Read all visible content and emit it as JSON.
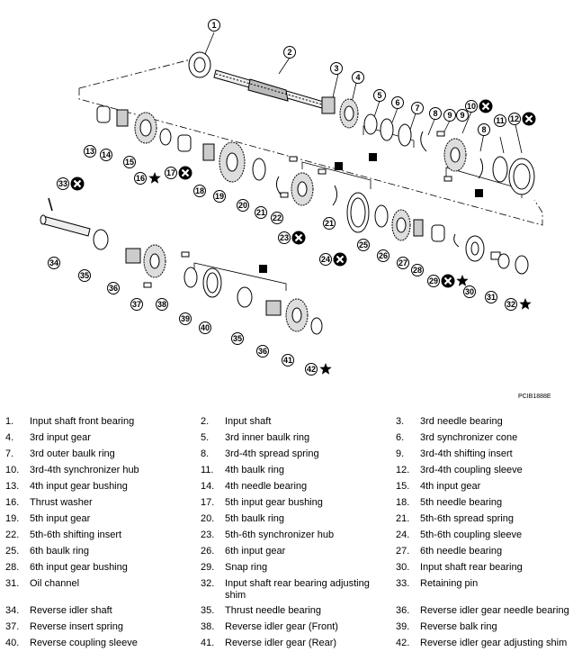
{
  "figure": {
    "code": "PCIB1888E",
    "callouts": [
      {
        "num": "1",
        "mark": ""
      },
      {
        "num": "2",
        "mark": ""
      },
      {
        "num": "3",
        "mark": ""
      },
      {
        "num": "4",
        "mark": ""
      },
      {
        "num": "5",
        "mark": ""
      },
      {
        "num": "6",
        "mark": ""
      },
      {
        "num": "7",
        "mark": ""
      },
      {
        "num": "8",
        "mark": ""
      },
      {
        "num": "9",
        "mark": ""
      },
      {
        "num": "10",
        "mark": "x"
      },
      {
        "num": "11",
        "mark": ""
      },
      {
        "num": "12",
        "mark": "x"
      },
      {
        "num": "13",
        "mark": ""
      },
      {
        "num": "14",
        "mark": ""
      },
      {
        "num": "15",
        "mark": ""
      },
      {
        "num": "16",
        "mark": "star"
      },
      {
        "num": "17",
        "mark": "x"
      },
      {
        "num": "18",
        "mark": ""
      },
      {
        "num": "19",
        "mark": ""
      },
      {
        "num": "20",
        "mark": ""
      },
      {
        "num": "21",
        "mark": ""
      },
      {
        "num": "22",
        "mark": ""
      },
      {
        "num": "23",
        "mark": "x"
      },
      {
        "num": "21",
        "mark": ""
      },
      {
        "num": "24",
        "mark": "x"
      },
      {
        "num": "25",
        "mark": ""
      },
      {
        "num": "26",
        "mark": ""
      },
      {
        "num": "27",
        "mark": ""
      },
      {
        "num": "28",
        "mark": ""
      },
      {
        "num": "29",
        "mark": "x-star"
      },
      {
        "num": "30",
        "mark": ""
      },
      {
        "num": "31",
        "mark": ""
      },
      {
        "num": "32",
        "mark": "star"
      },
      {
        "num": "33",
        "mark": "x"
      },
      {
        "num": "34",
        "mark": ""
      },
      {
        "num": "35",
        "mark": ""
      },
      {
        "num": "36",
        "mark": ""
      },
      {
        "num": "37",
        "mark": ""
      },
      {
        "num": "38",
        "mark": ""
      },
      {
        "num": "39",
        "mark": ""
      },
      {
        "num": "40",
        "mark": ""
      },
      {
        "num": "35",
        "mark": ""
      },
      {
        "num": "36",
        "mark": ""
      },
      {
        "num": "41",
        "mark": ""
      },
      {
        "num": "42",
        "mark": "star"
      },
      {
        "num": "8",
        "mark": ""
      },
      {
        "num": "9",
        "mark": ""
      }
    ]
  },
  "legend": [
    {
      "num": "1.",
      "label": "Input shaft front bearing"
    },
    {
      "num": "2.",
      "label": "Input shaft"
    },
    {
      "num": "3.",
      "label": "3rd needle bearing"
    },
    {
      "num": "4.",
      "label": "3rd input gear"
    },
    {
      "num": "5.",
      "label": "3rd inner baulk ring"
    },
    {
      "num": "6.",
      "label": "3rd synchronizer cone"
    },
    {
      "num": "7.",
      "label": "3rd outer baulk ring"
    },
    {
      "num": "8.",
      "label": "3rd-4th spread spring"
    },
    {
      "num": "9.",
      "label": "3rd-4th shifting insert"
    },
    {
      "num": "10.",
      "label": "3rd-4th synchronizer hub"
    },
    {
      "num": "11.",
      "label": "4th baulk ring"
    },
    {
      "num": "12.",
      "label": "3rd-4th coupling sleeve"
    },
    {
      "num": "13.",
      "label": "4th input gear bushing"
    },
    {
      "num": "14.",
      "label": "4th needle bearing"
    },
    {
      "num": "15.",
      "label": "4th input gear"
    },
    {
      "num": "16.",
      "label": "Thrust washer"
    },
    {
      "num": "17.",
      "label": "5th input gear bushing"
    },
    {
      "num": "18.",
      "label": "5th needle bearing"
    },
    {
      "num": "19.",
      "label": "5th input gear"
    },
    {
      "num": "20.",
      "label": "5th baulk ring"
    },
    {
      "num": "21.",
      "label": "5th-6th spread spring"
    },
    {
      "num": "22.",
      "label": "5th-6th shifting insert"
    },
    {
      "num": "23.",
      "label": "5th-6th synchronizer hub"
    },
    {
      "num": "24.",
      "label": "5th-6th coupling sleeve"
    },
    {
      "num": "25.",
      "label": "6th baulk ring"
    },
    {
      "num": "26.",
      "label": "6th input gear"
    },
    {
      "num": "27.",
      "label": "6th needle bearing"
    },
    {
      "num": "28.",
      "label": "6th input gear bushing"
    },
    {
      "num": "29.",
      "label": "Snap ring"
    },
    {
      "num": "30.",
      "label": "Input shaft rear bearing"
    },
    {
      "num": "31.",
      "label": "Oil channel"
    },
    {
      "num": "32.",
      "label": "Input shaft rear bearing adjusting shim"
    },
    {
      "num": "33.",
      "label": "Retaining pin"
    },
    {
      "num": "34.",
      "label": "Reverse idler shaft"
    },
    {
      "num": "35.",
      "label": "Thrust needle bearing"
    },
    {
      "num": "36.",
      "label": "Reverse idler gear needle bearing"
    },
    {
      "num": "37.",
      "label": "Reverse insert spring"
    },
    {
      "num": "38.",
      "label": "Reverse idler gear (Front)"
    },
    {
      "num": "39.",
      "label": "Reverse balk ring"
    },
    {
      "num": "40.",
      "label": "Reverse coupling sleeve"
    },
    {
      "num": "41.",
      "label": "Reverse idler gear (Rear)"
    },
    {
      "num": "42.",
      "label": "Reverse idler gear adjusting shim"
    }
  ]
}
